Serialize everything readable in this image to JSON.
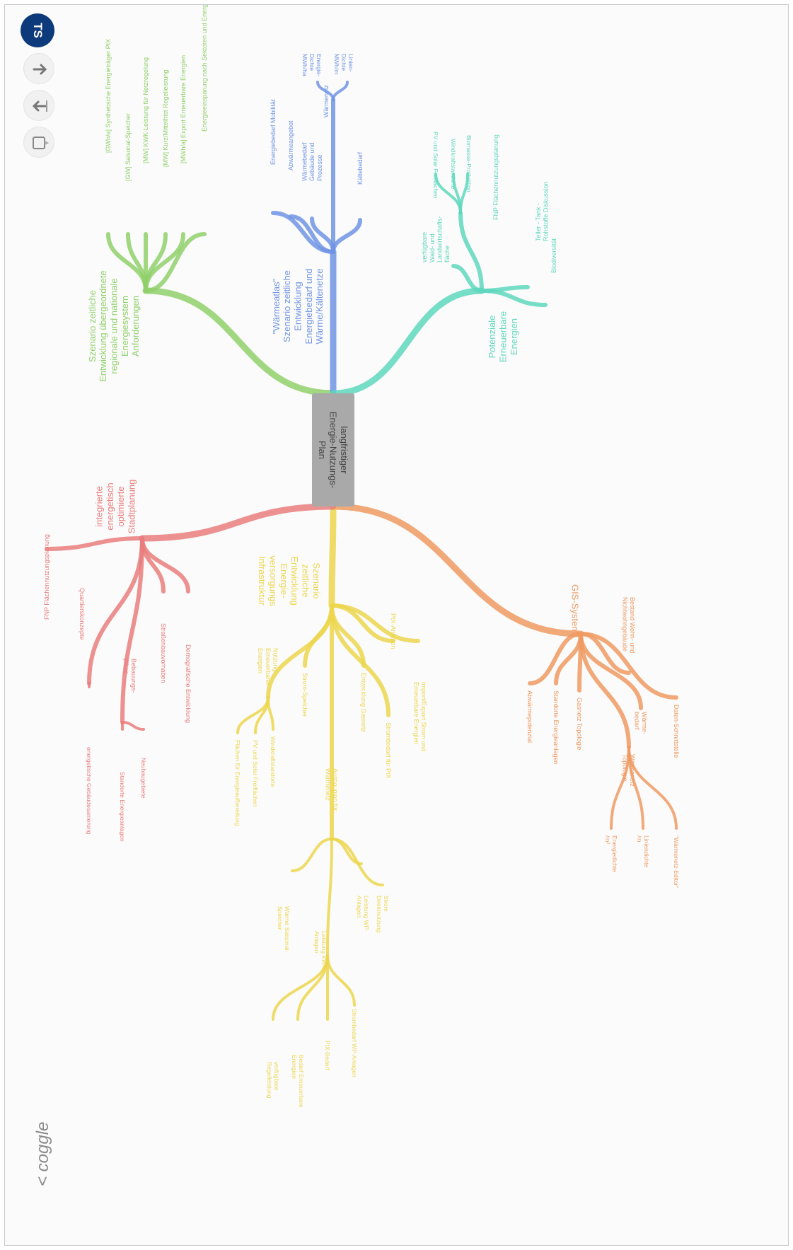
{
  "app": {
    "brand": "< coggle",
    "avatar_initials": "TS"
  },
  "toolbar": {
    "icons": [
      "redo-icon",
      "undo-icon",
      "slideshow-icon"
    ]
  },
  "mindmap": {
    "center": {
      "lines": [
        "langfristiger",
        "Energie-Nutzungs-",
        "Plan"
      ],
      "color": "#a9a9a9"
    },
    "branches": [
      {
        "id": "gis",
        "color": "#ee9a62",
        "lines": [
          "GIS-System"
        ],
        "children": [
          {
            "lines": [
              "Abwärmepotenzial"
            ]
          },
          {
            "lines": [
              "Standorte Energieanlagen"
            ]
          },
          {
            "lines": [
              "Gasnetz Topologie"
            ]
          },
          {
            "lines": [
              "Wärmenetz",
              "Topologie"
            ],
            "children": [
              {
                "lines": [
                  "Energiedichte",
                  "/m²"
                ]
              },
              {
                "lines": [
                  "Liniendichte",
                  "/m"
                ]
              },
              {
                "lines": [
                  "\"Wärmenetz-Editor\""
                ]
              }
            ]
          },
          {
            "lines": [
              "Wärme-",
              "bedarf"
            ]
          },
          {
            "lines": [
              "Daten-Schnittstelle"
            ]
          },
          {
            "lines": [
              "Bestand Wohn- und",
              "Nichtwohngebäude"
            ]
          }
        ]
      },
      {
        "id": "szenario-infra",
        "color": "#ecd64e",
        "lines": [
          "Szenario",
          "zeitliche",
          "Entwicklung",
          "Energie-",
          "versorgungs",
          "Infrastruktur"
        ],
        "children": [
          {
            "lines": [
              "Nutzung",
              "Erneuerbarer",
              "Energien"
            ],
            "children": [
              {
                "lines": [
                  "Flächen für Energieaufbereitung"
                ]
              },
              {
                "lines": [
                  "PV und Solar Freiflächen"
                ]
              },
              {
                "lines": [
                  "Windkraftstandorte"
                ]
              }
            ]
          },
          {
            "lines": [
              "Strom-Speicher"
            ]
          },
          {
            "lines": [
              "Entwicklung Gasnetz"
            ]
          },
          {
            "lines": [
              "Strombedarf für PtX"
            ]
          },
          {
            "lines": [
              "PtX-Anlagen"
            ]
          },
          {
            "lines": [
              "Import/Export Strom und",
              "Erneuerbare Energien"
            ]
          },
          {
            "lines": [
              "Ausbauplan für",
              "Wärmenetz"
            ],
            "children": [
              {
                "lines": [
                  "Wärme Saisonal-",
                  "Speicher"
                ]
              },
              {
                "lines": [
                  "Leistung KWK-",
                  "Anlagen"
                ],
                "children": [
                  {
                    "lines": [
                      "verfügbare",
                      "Regelleistung"
                    ]
                  },
                  {
                    "lines": [
                      "Bedarf Erneuerbare",
                      "Energien"
                    ]
                  },
                  {
                    "lines": [
                      "PtX-Bedarf"
                    ]
                  },
                  {
                    "lines": [
                      "Strombedarf WP-Anlagen"
                    ]
                  }
                ]
              },
              {
                "lines": [
                  "Leistung WP-",
                  "Anlagen"
                ]
              },
              {
                "lines": [
                  "Strom",
                  "Direktnutzung"
                ]
              }
            ]
          }
        ]
      },
      {
        "id": "stadtplanung",
        "color": "#e97c7c",
        "lines": [
          "integrierte",
          "energetisch",
          "optimierte",
          "Stadtplanung"
        ],
        "children": [
          {
            "lines": [
              "FNP Flächennutzungsplanung"
            ]
          },
          {
            "lines": [
              "Quartierskonzepte"
            ],
            "children": [
              {
                "lines": [
                  "energetische Gebäudesanierung"
                ]
              }
            ]
          },
          {
            "lines": [
              "Bebauungs-",
              "pläne"
            ],
            "children": [
              {
                "lines": [
                  "Standorte Energieanlagen"
                ]
              },
              {
                "lines": [
                  "Neubaugebiete"
                ]
              }
            ]
          },
          {
            "lines": [
              "Straßenbauvorhaben"
            ]
          },
          {
            "lines": [
              "Demografische Entwicklung"
            ]
          }
        ]
      },
      {
        "id": "nationale",
        "color": "#8fd06a",
        "lines": [
          "Szenario zeitliche",
          "Entwicklung übergeordnete",
          "regionale und nationale",
          "Energiesystem",
          "Anforderungen"
        ],
        "children": [
          {
            "lines": [
              "[GWh/a] Synthetische Energieträger PtX"
            ]
          },
          {
            "lines": [
              "[GW] Saisonal-Speicher"
            ]
          },
          {
            "lines": [
              "[MW] KWK-Leistung für Netzregelung"
            ]
          },
          {
            "lines": [
              "[MW] Kurz/Mittelfrist Regelleistung"
            ]
          },
          {
            "lines": [
              "[MWh/a] Export Erneuerbare Energien"
            ]
          },
          {
            "lines": [
              "Energieeinsparung nach Sektoren und Energieträgern"
            ]
          }
        ]
      },
      {
        "id": "waermeatlas",
        "color": "#7094e4",
        "lines": [
          "\"Wärmeatlas\"",
          "Szenario zeitliche",
          "Entwicklung",
          "Energiebedarf und",
          "Wärme/Kältenetze"
        ],
        "children": [
          {
            "lines": [
              "Energiebedarf Mobilität"
            ]
          },
          {
            "lines": [
              "Abwärmeangebot"
            ]
          },
          {
            "lines": [
              "Wärmebedarf",
              "Gebäude und",
              "Prozesse"
            ]
          },
          {
            "lines": [
              "Wärmenetz"
            ],
            "children": [
              {
                "lines": [
                  "Energie-",
                  "Dichte",
                  "MWh/ha"
                ]
              },
              {
                "lines": [
                  "Linien-",
                  "Dichte",
                  "MWh/m"
                ]
              }
            ]
          },
          {
            "lines": [
              "Kältebedarf"
            ]
          }
        ]
      },
      {
        "id": "potenziale",
        "color": "#5ed7bd",
        "lines": [
          "Potenziale",
          "Erneuerbare",
          "Energien"
        ],
        "children": [
          {
            "lines": [
              "verfügbare",
              "Wald- und",
              "Landwirtschafts-",
              "fläche"
            ]
          },
          {
            "lines": [
              "FNP Flächennutzungsplanung"
            ],
            "children": [
              {
                "lines": [
                  "PV und Solar Freiflächen"
                ]
              },
              {
                "lines": [
                  "Windkraftstandorte"
                ]
              },
              {
                "lines": [
                  "Biomasse-Produktion"
                ]
              }
            ]
          },
          {
            "lines": [
              "Teller - Tank -",
              "Rohstoffe Diskussion"
            ]
          },
          {
            "lines": [
              "Biodiversität"
            ]
          }
        ]
      }
    ]
  }
}
